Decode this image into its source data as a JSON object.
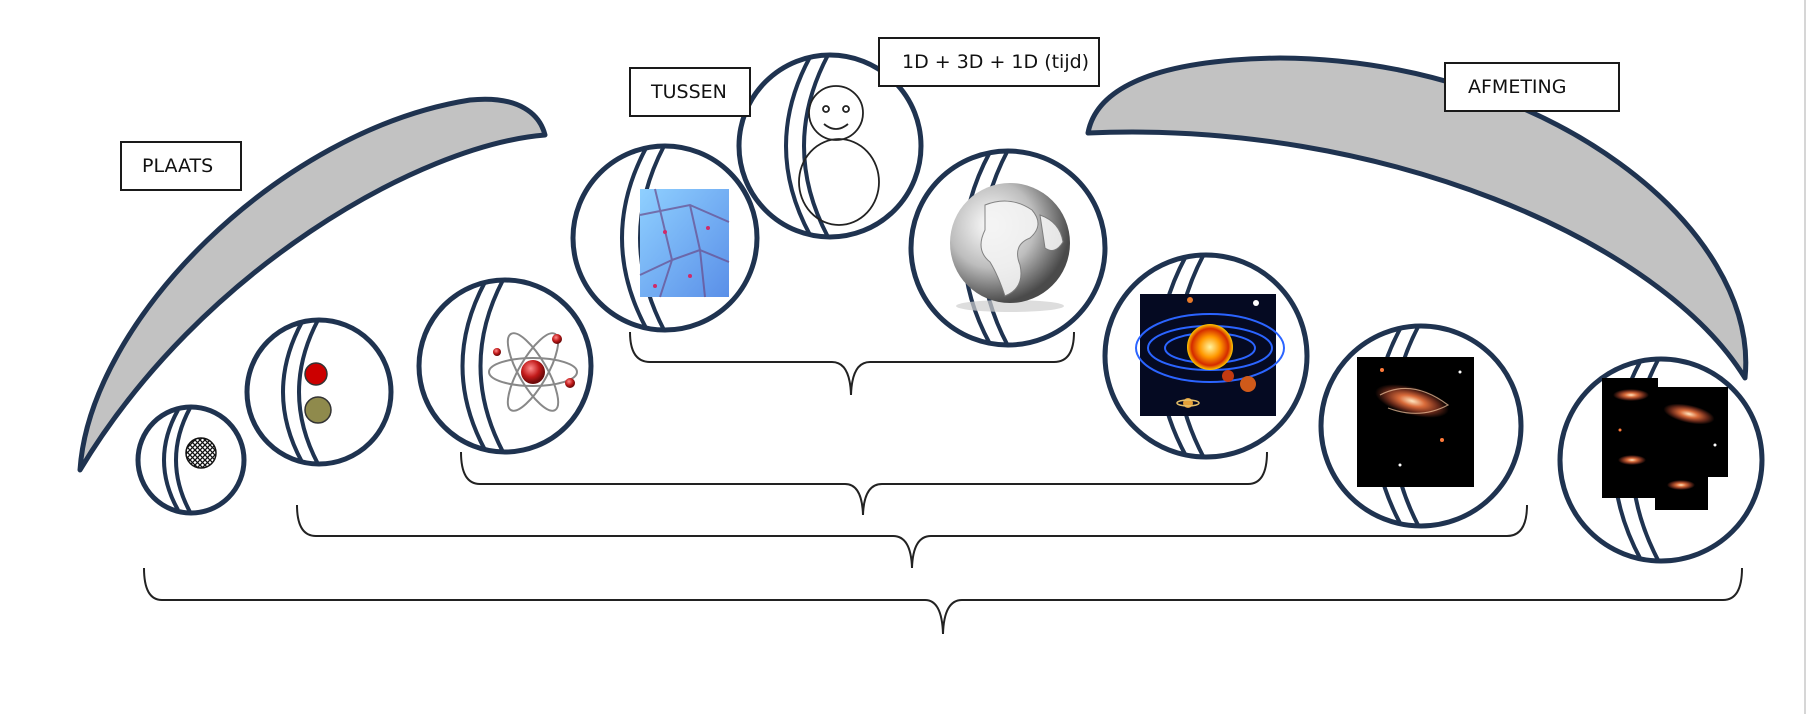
{
  "labels": {
    "plaats": "PLAATS",
    "tussen": "TUSSEN",
    "dimensions": "1D + 3D + 1D (tijd)",
    "afmeting": "AFMETING"
  },
  "colors": {
    "sphere_stroke": "#1f3350",
    "arc_fill": "#c2c2c2",
    "bracket": "#222222"
  },
  "spheres": [
    {
      "name": "subatomic-particle",
      "icon": "grid-particle-icon"
    },
    {
      "name": "particles",
      "icon": "two-particles-icon"
    },
    {
      "name": "atom",
      "icon": "atom-icon"
    },
    {
      "name": "cells",
      "icon": "cell-tissue-icon"
    },
    {
      "name": "human",
      "icon": "stick-figure-icon"
    },
    {
      "name": "earth",
      "icon": "globe-icon"
    },
    {
      "name": "solar-system",
      "icon": "solar-system-icon"
    },
    {
      "name": "galaxy",
      "icon": "galaxy-icon"
    },
    {
      "name": "universe",
      "icon": "galaxies-icon"
    }
  ]
}
